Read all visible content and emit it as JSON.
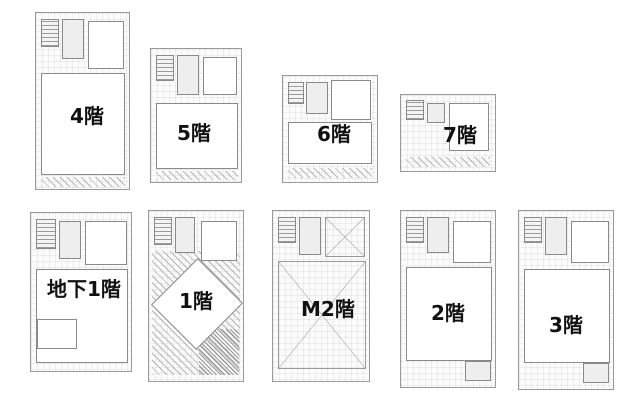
{
  "floors": [
    {
      "id": "4f",
      "label": "4階"
    },
    {
      "id": "5f",
      "label": "5階"
    },
    {
      "id": "6f",
      "label": "6階"
    },
    {
      "id": "7f",
      "label": "7階"
    },
    {
      "id": "b1",
      "label": "地下1階"
    },
    {
      "id": "1f",
      "label": "1階"
    },
    {
      "id": "m2",
      "label": "M2階"
    },
    {
      "id": "2f",
      "label": "2階"
    },
    {
      "id": "3f",
      "label": "3階"
    }
  ]
}
